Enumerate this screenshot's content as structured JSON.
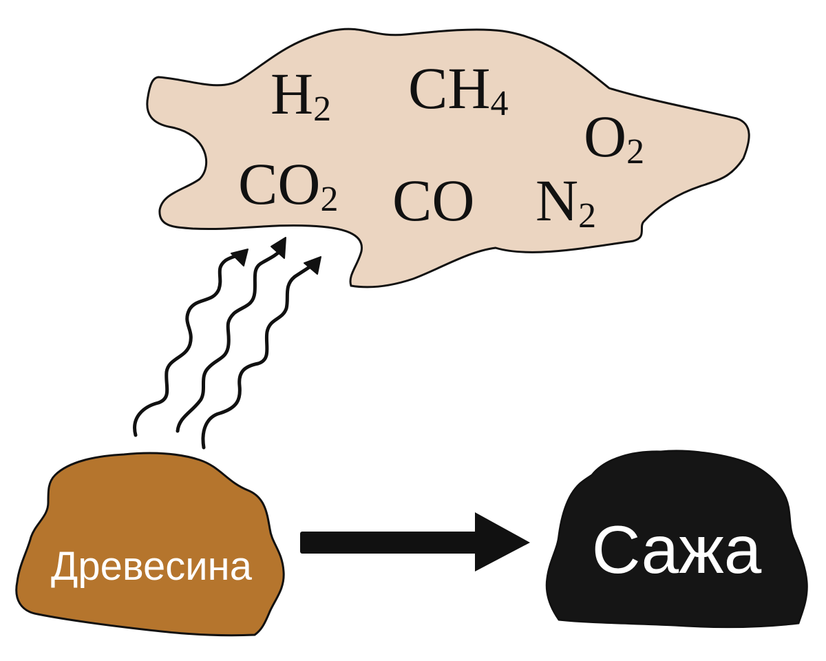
{
  "gases": [
    {
      "name": "hydrogen",
      "symbol": "H",
      "subscript": "2"
    },
    {
      "name": "methane",
      "symbol": "CH",
      "subscript": "4"
    },
    {
      "name": "oxygen",
      "symbol": "O",
      "subscript": "2"
    },
    {
      "name": "carbon-dioxide",
      "symbol": "CO",
      "subscript": "2"
    },
    {
      "name": "carbon-monoxide",
      "symbol": "CO",
      "subscript": ""
    },
    {
      "name": "nitrogen",
      "symbol": "N",
      "subscript": "2"
    }
  ],
  "wood": {
    "label": "Древесина"
  },
  "soot": {
    "label": "Сажа"
  },
  "colors": {
    "cloud_fill": "#ebd5c1",
    "wood_fill": "#b5752d",
    "soot_fill": "#151515",
    "outline": "#111111",
    "label_light": "#ffffff"
  }
}
